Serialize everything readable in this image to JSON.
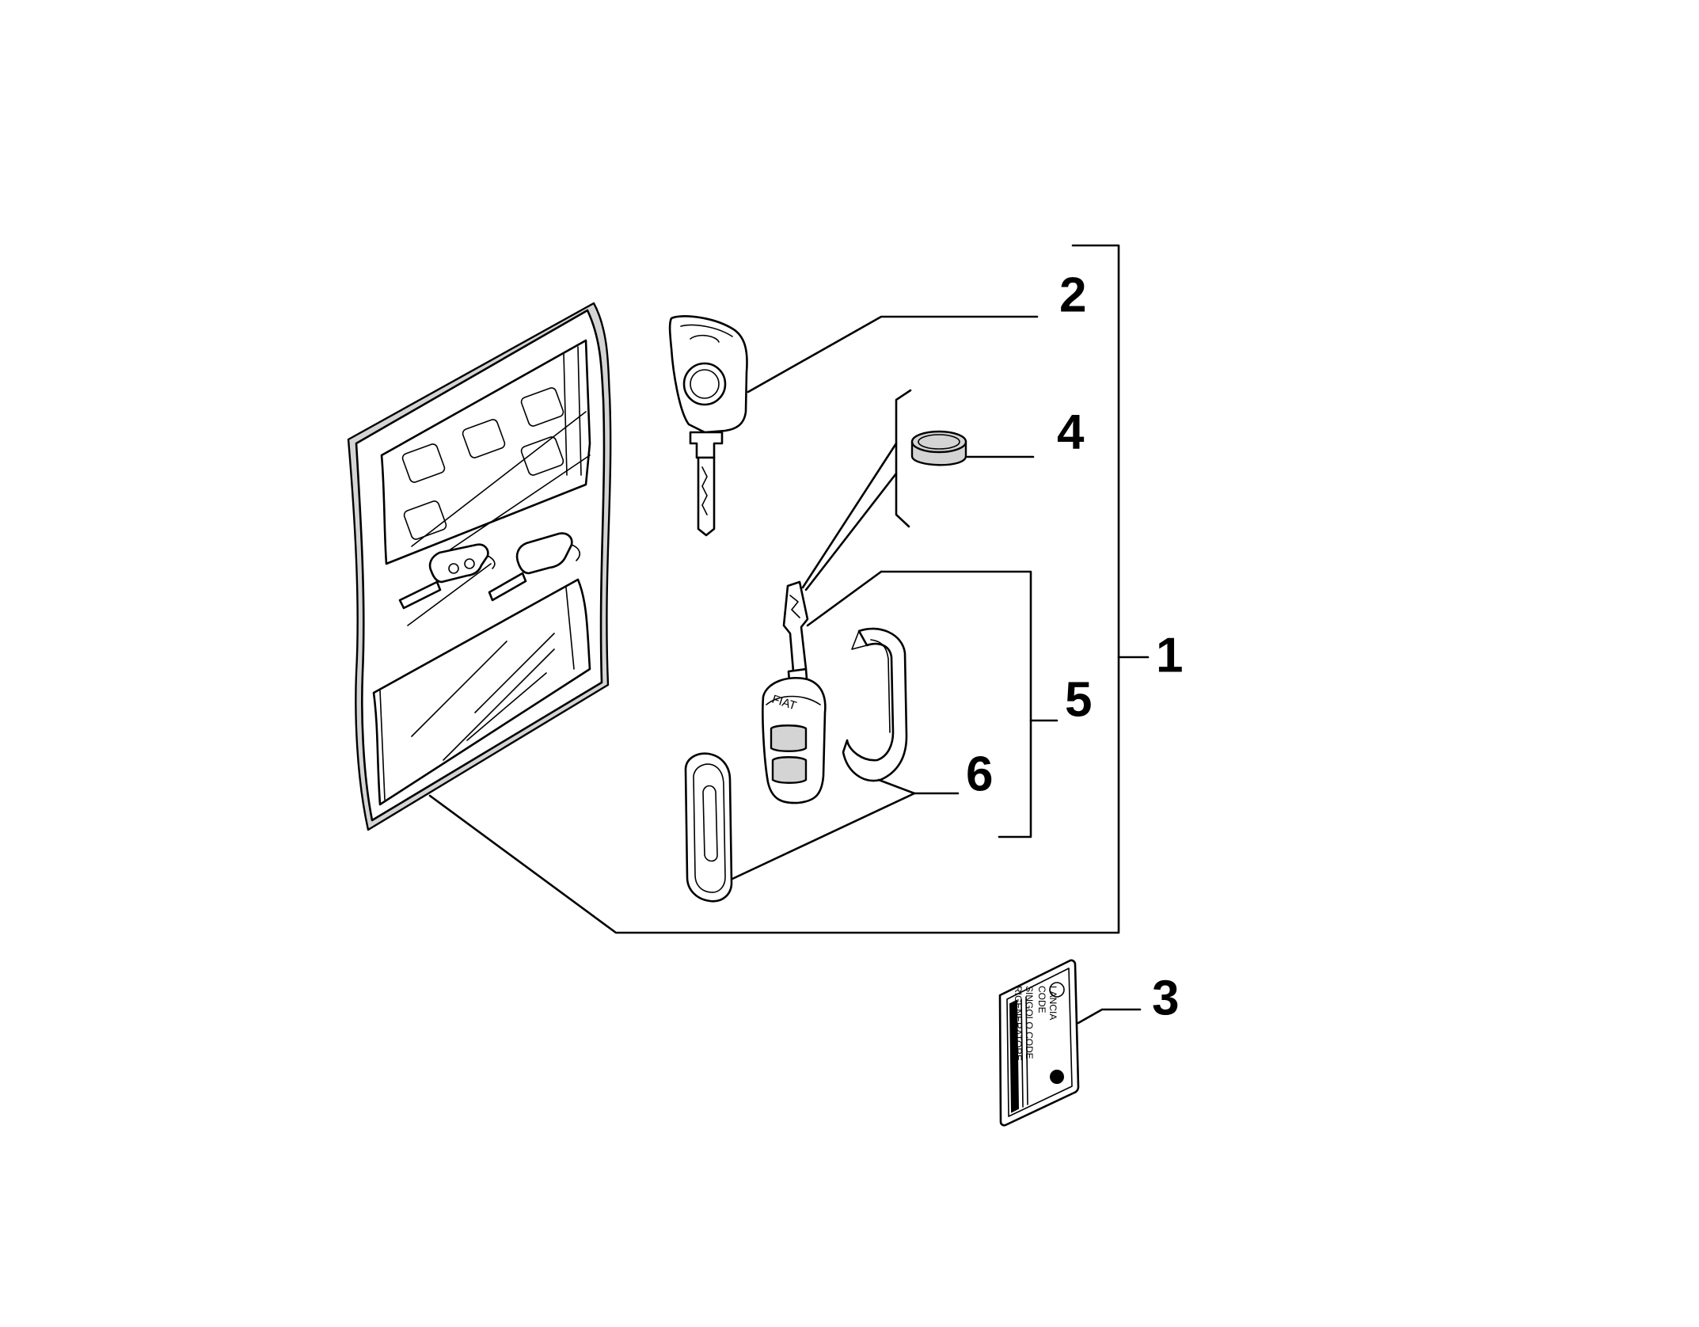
{
  "callouts": [
    {
      "id": "1",
      "label": "1"
    },
    {
      "id": "2",
      "label": "2"
    },
    {
      "id": "3",
      "label": "3"
    },
    {
      "id": "4",
      "label": "4"
    },
    {
      "id": "5",
      "label": "5"
    },
    {
      "id": "6",
      "label": "6"
    }
  ],
  "fob_brand": "FIAT",
  "code_card": {
    "brand": "LANCIA",
    "line1": "CODE",
    "line2": "SINGOLO CODE",
    "line3": "RIGENERATORE"
  }
}
